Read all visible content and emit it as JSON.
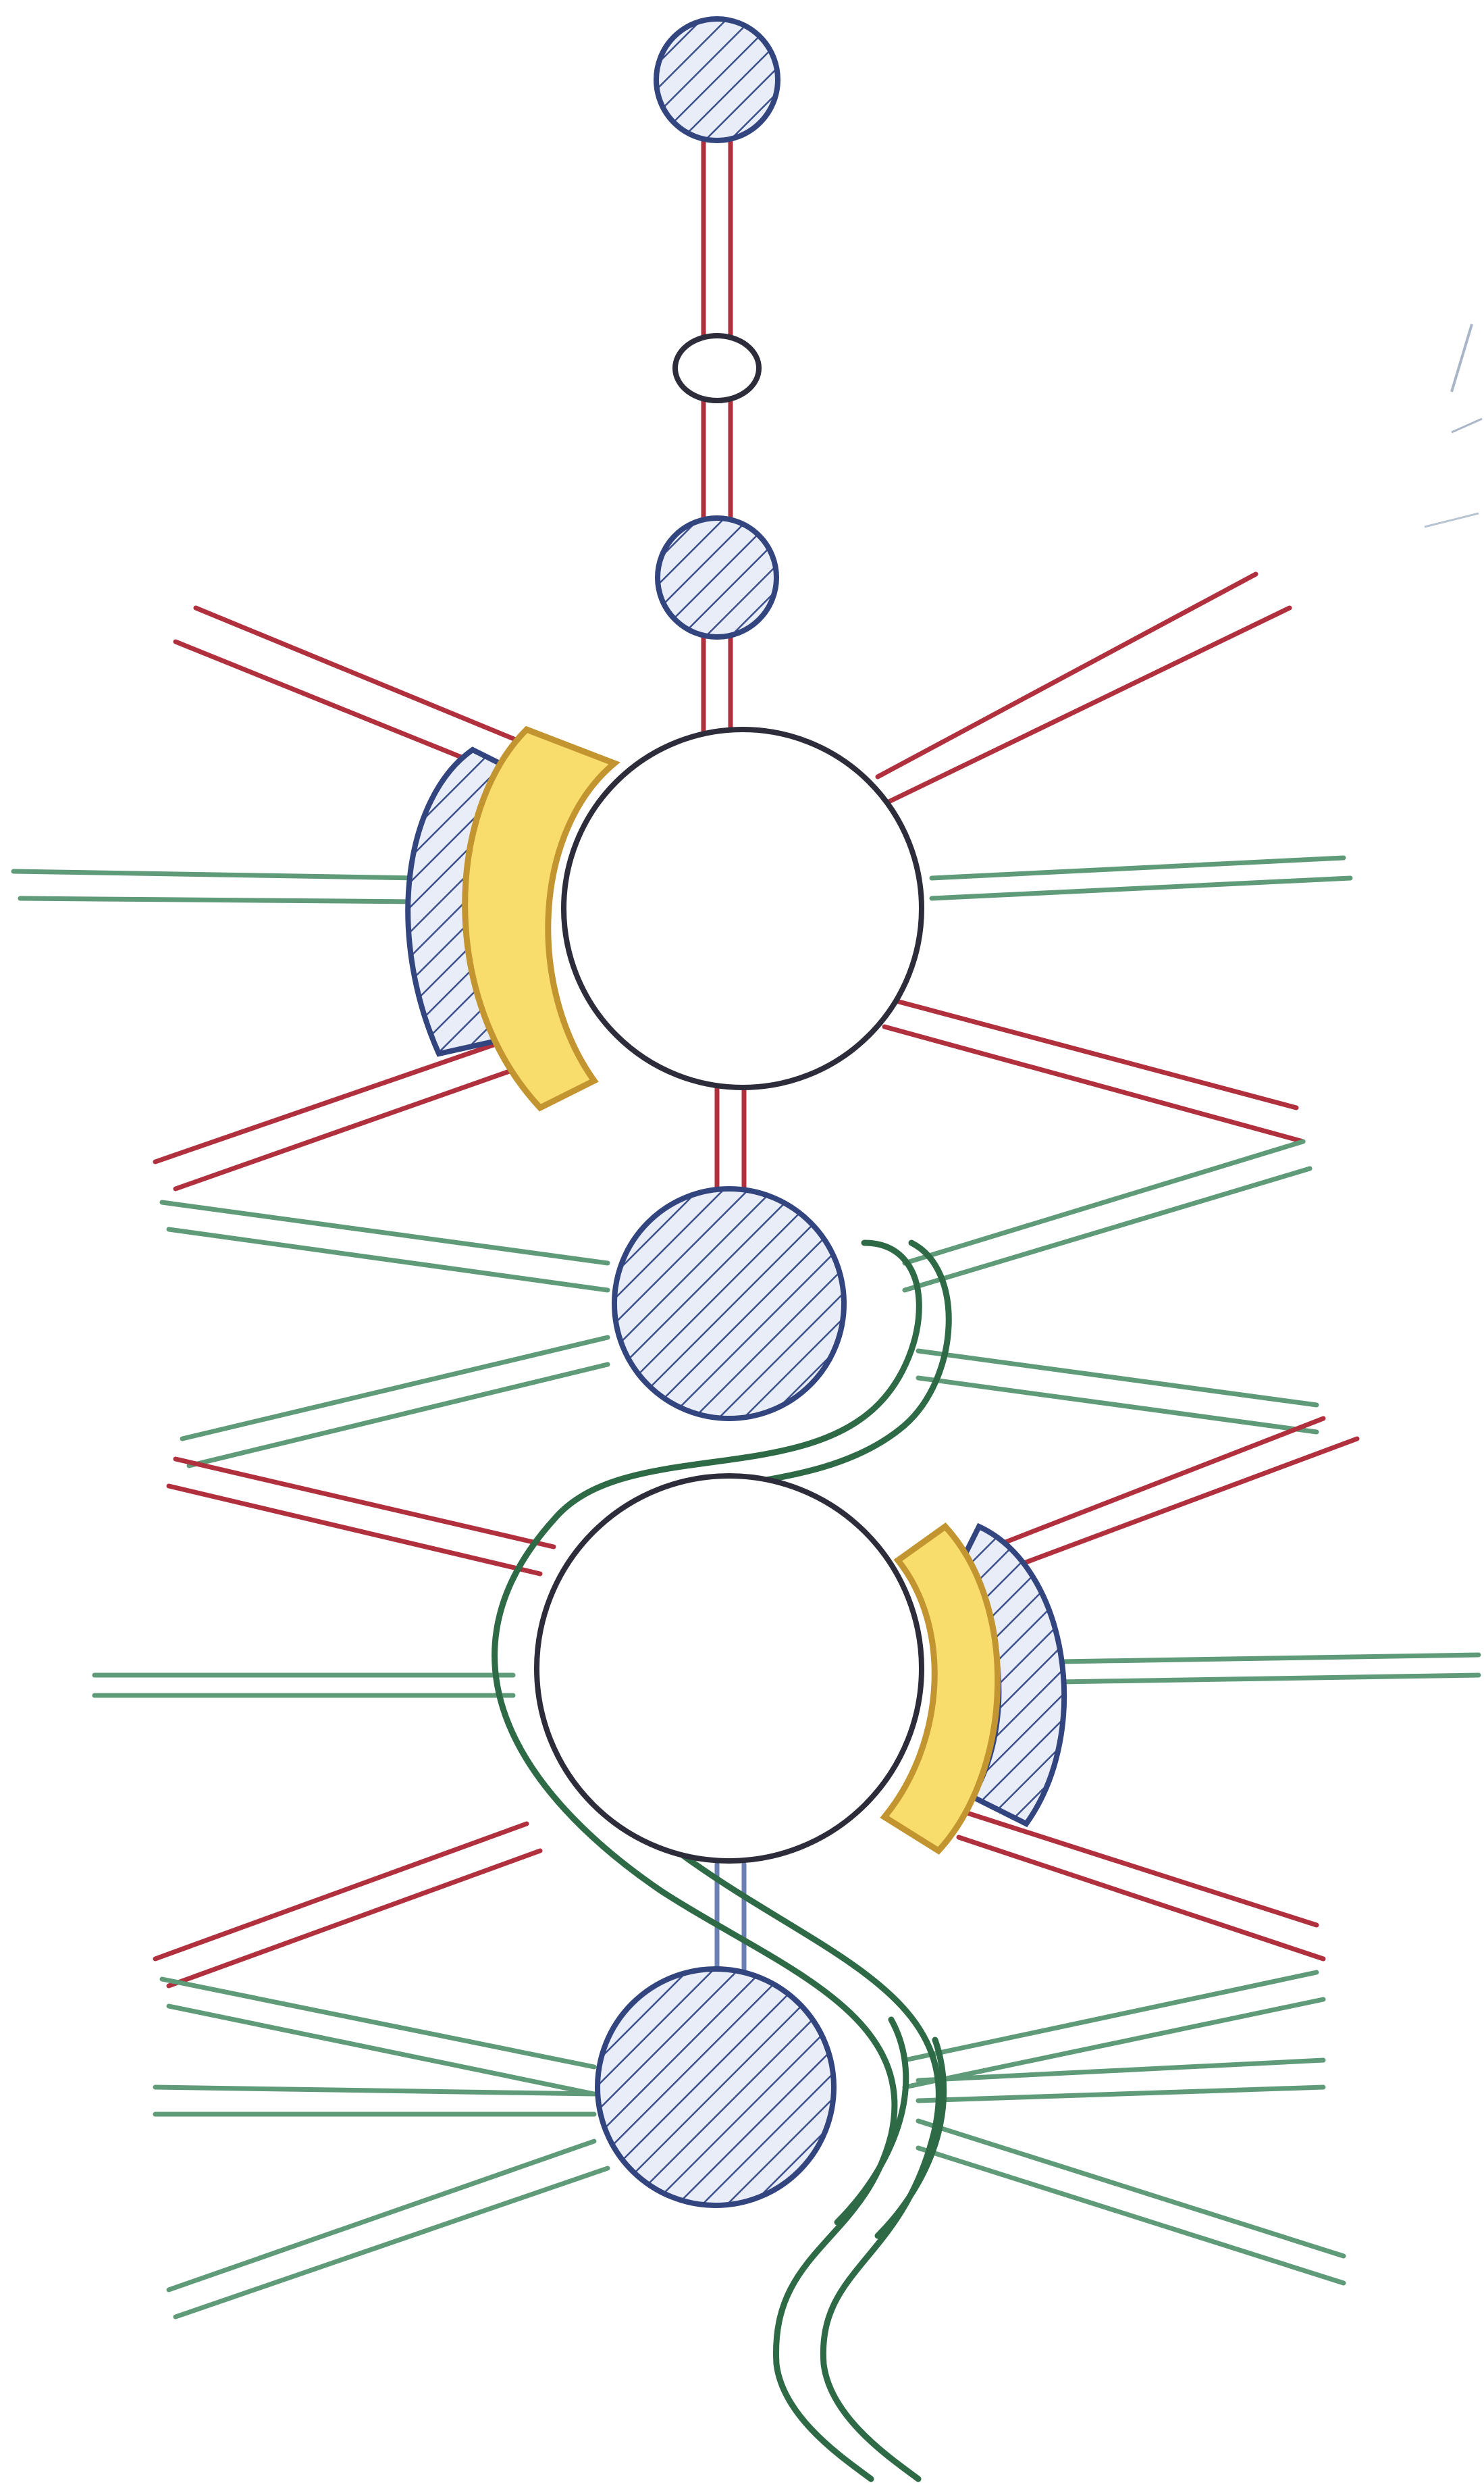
{
  "diagram": {
    "description_label": "",
    "colors": {
      "rod_red": "#b0303e",
      "rod_green": "#5f9b78",
      "hatched_blue": "#33457f",
      "yellow_segment": "#f8dd6c",
      "strand_green": "#2f6a46",
      "outline": "#2c2c3a"
    },
    "components": [
      "small-hatched-sphere-top",
      "small-open-node",
      "small-hatched-sphere-upper",
      "large-open-sphere-upper",
      "hatched-sphere-middle",
      "large-open-sphere-lower",
      "hatched-sphere-bottom",
      "yellow-arc-segment-left",
      "yellow-arc-segment-right",
      "hatched-cap-left",
      "hatched-cap-right",
      "winding-strand"
    ]
  }
}
